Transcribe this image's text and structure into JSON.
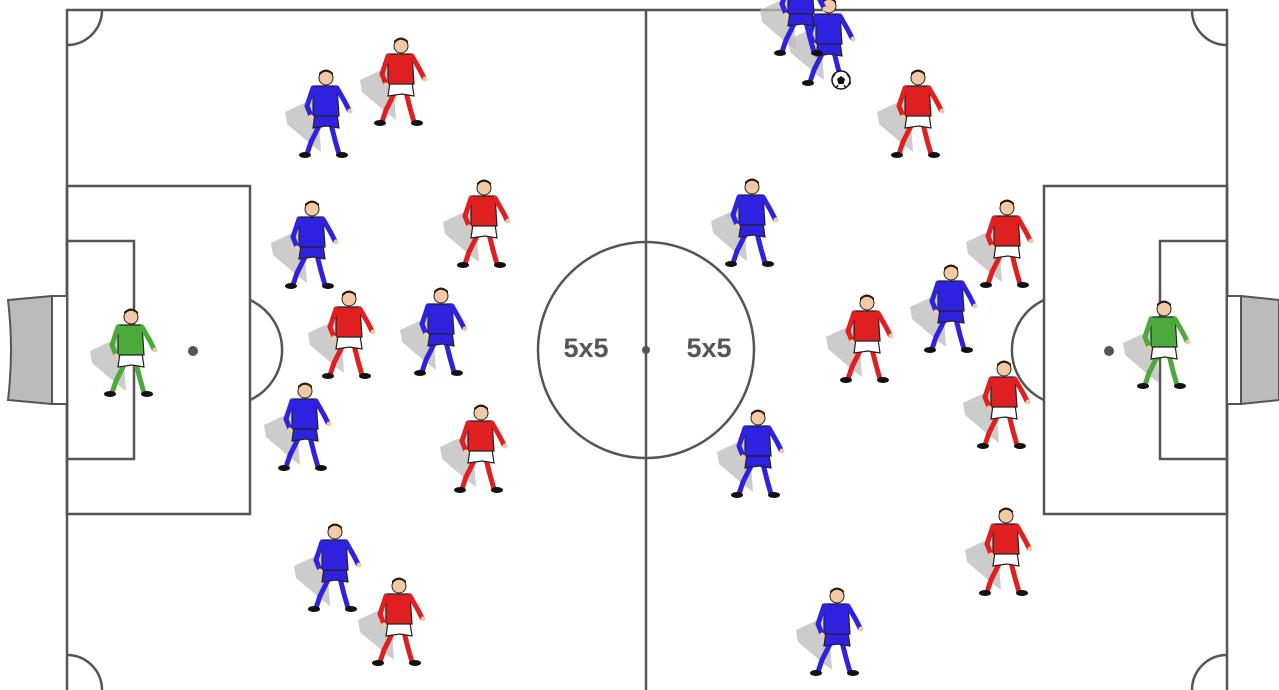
{
  "colors": {
    "lines": "#555555",
    "team_blue": "#2e22e0",
    "team_red": "#e02020",
    "goalkeeper": "#4caa3a",
    "goal_net": "#bbbbbb"
  },
  "zones": {
    "left_label": "5x5",
    "right_label": "5x5"
  },
  "players": [
    {
      "team": "blue",
      "name": "blue-player-1"
    },
    {
      "team": "blue",
      "name": "blue-player-2"
    },
    {
      "team": "blue",
      "name": "blue-player-3"
    },
    {
      "team": "blue",
      "name": "blue-player-4"
    },
    {
      "team": "blue",
      "name": "blue-player-5"
    },
    {
      "team": "blue",
      "name": "blue-player-6"
    },
    {
      "team": "blue",
      "name": "blue-player-7"
    },
    {
      "team": "blue",
      "name": "blue-player-8"
    },
    {
      "team": "blue",
      "name": "blue-player-9"
    },
    {
      "team": "blue",
      "name": "blue-player-10"
    },
    {
      "team": "blue",
      "name": "blue-player-11"
    },
    {
      "team": "red",
      "name": "red-player-1"
    },
    {
      "team": "red",
      "name": "red-player-2"
    },
    {
      "team": "red",
      "name": "red-player-3"
    },
    {
      "team": "red",
      "name": "red-player-4"
    },
    {
      "team": "red",
      "name": "red-player-5"
    },
    {
      "team": "red",
      "name": "red-player-6"
    },
    {
      "team": "red",
      "name": "red-player-7"
    },
    {
      "team": "red",
      "name": "red-player-8"
    },
    {
      "team": "red",
      "name": "red-player-9"
    },
    {
      "team": "red",
      "name": "red-player-10"
    },
    {
      "team": "gk",
      "name": "goalkeeper-left"
    },
    {
      "team": "gk",
      "name": "goalkeeper-right"
    }
  ],
  "ball": {
    "icon": "soccer-ball-icon"
  }
}
